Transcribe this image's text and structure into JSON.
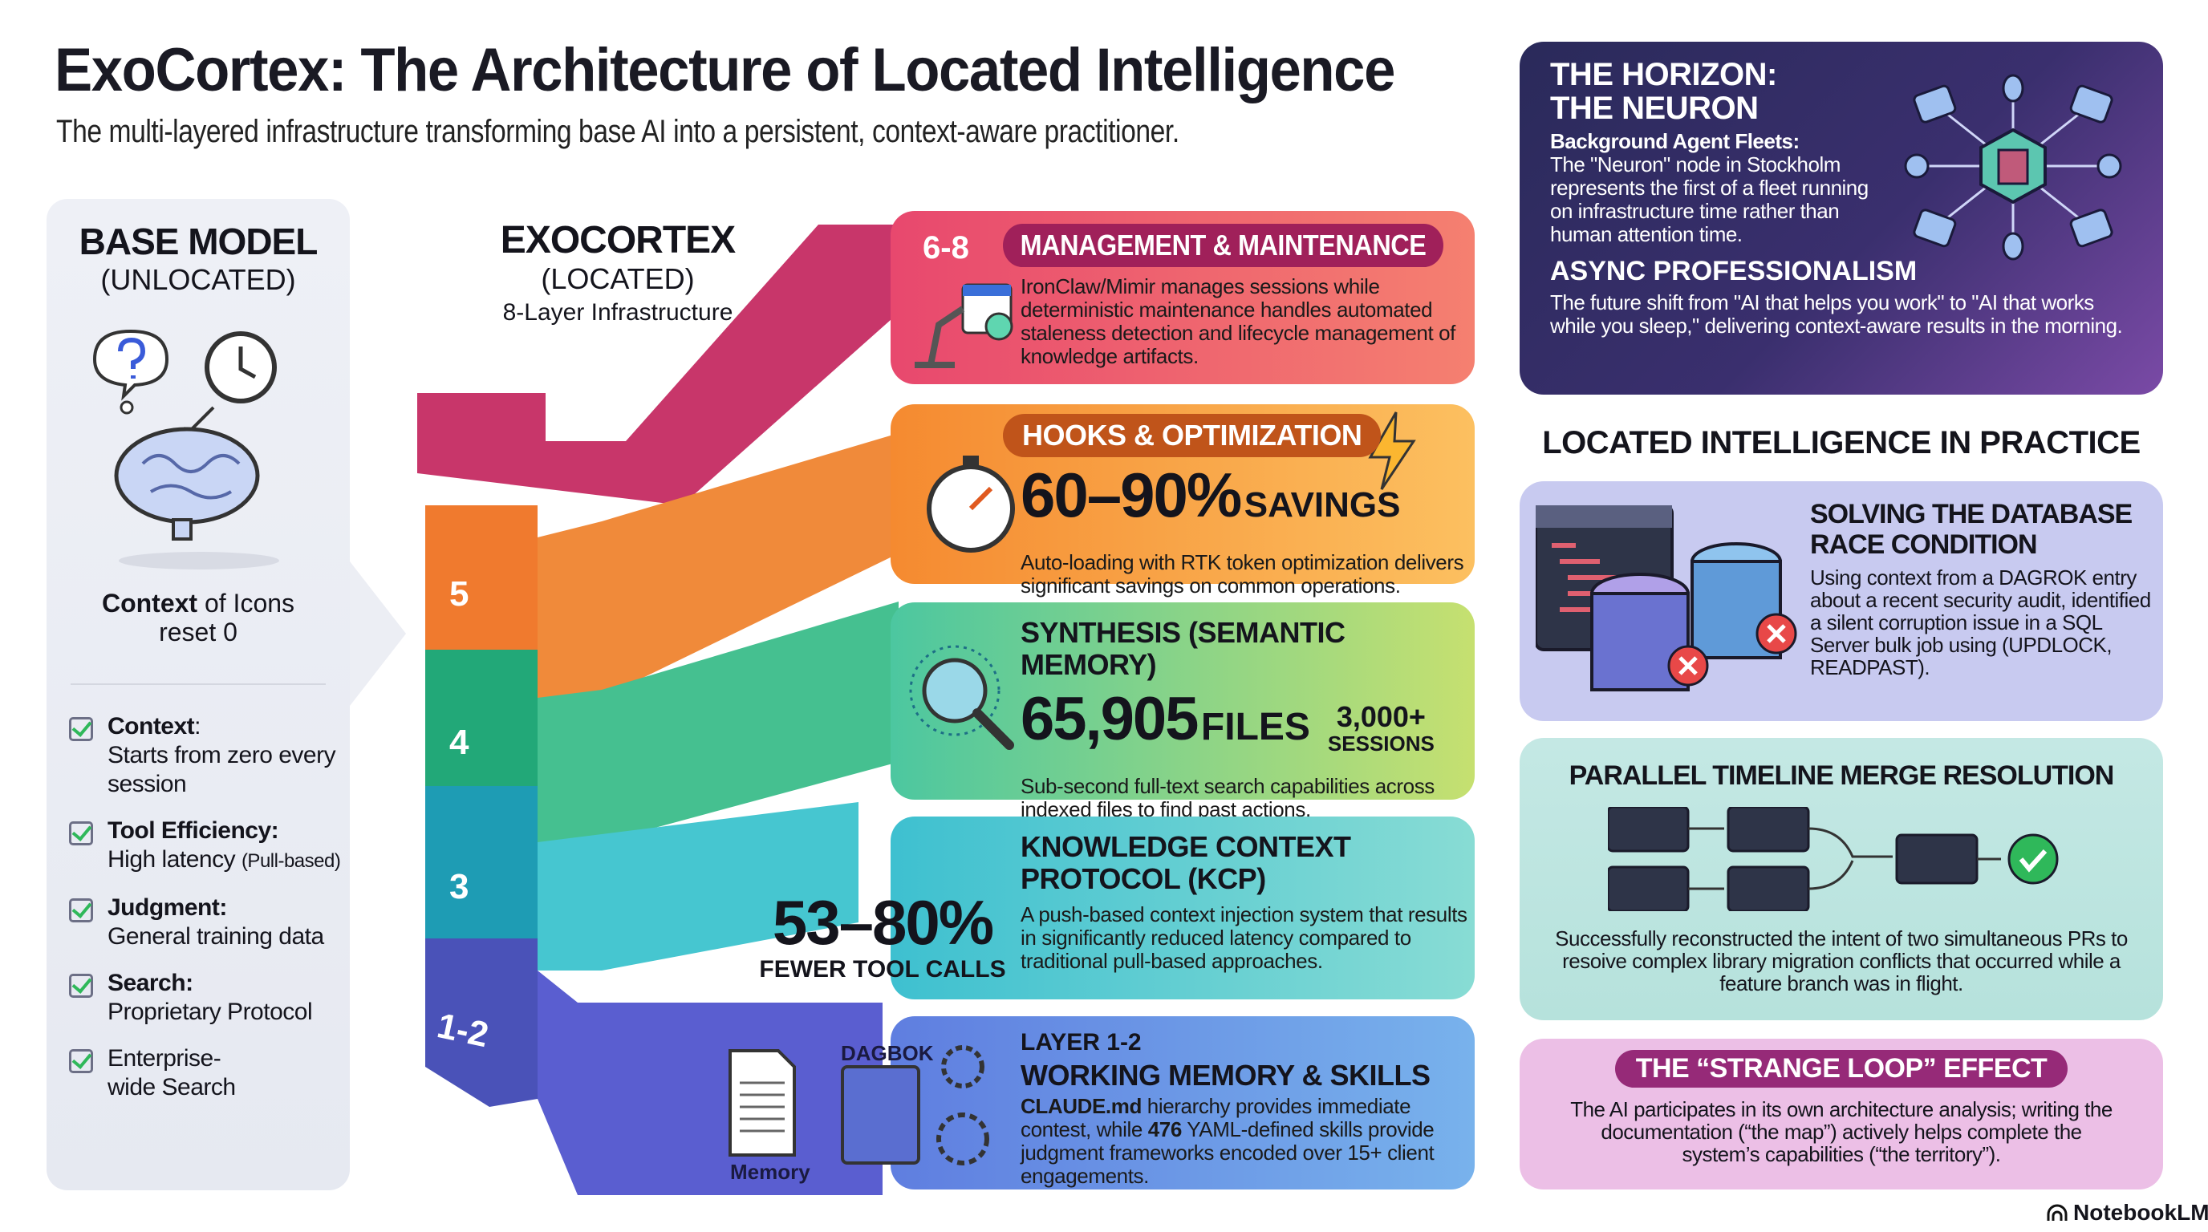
{
  "header": {
    "title": "ExoCortex: The Architecture of Located Intelligence",
    "subtitle": "The multi-layered infrastructure transforming base AI into a persistent, context-aware practitioner."
  },
  "base_model": {
    "title": "BASE MODEL",
    "subtitle": "(UNLOCATED)",
    "context_label_bold": "Context",
    "context_label_rest": " of Icons",
    "context_reset": "reset 0",
    "items": [
      {
        "label": "Context",
        "suffix": ":",
        "desc": "Starts from zero every session",
        "desc_small": ""
      },
      {
        "label": "Tool Efficiency:",
        "suffix": "",
        "desc": "High latency ",
        "desc_small": "(Pull-based)"
      },
      {
        "label": "Judgment:",
        "suffix": "",
        "desc": "General training data",
        "desc_small": ""
      },
      {
        "label": "Search:",
        "suffix": "",
        "desc": "Proprietary Protocol",
        "desc_small": ""
      },
      {
        "label": "",
        "suffix": "",
        "desc": "Enterprise-wide Search",
        "desc_small": ""
      }
    ]
  },
  "exocortex": {
    "title": "EXOCORTEX",
    "subtitle": "(LOCATED)",
    "caption": "8-Layer Infrastructure",
    "step_labels": [
      "5",
      "4",
      "3",
      "1-2"
    ]
  },
  "layers": {
    "management": {
      "layer": "6-8",
      "title": "MANAGEMENT & MAINTENANCE",
      "body": "IronClaw/Mimir manages sessions while deterministic maintenance handles automated staleness detection and lifecycle management of knowledge artifacts."
    },
    "hooks": {
      "title": "HOOKS & OPTIMIZATION",
      "stat": "60–90%",
      "stat_unit": "SAVINGS",
      "body": "Auto-loading with RTK token optimization delivers significant savings on common operations."
    },
    "synthesis": {
      "title": "SYNTHESIS (SEMANTIC MEMORY)",
      "stat": "65,905",
      "stat_unit": "FILES",
      "stat2": "3,000+",
      "stat2_unit": "SESSIONS",
      "body": "Sub-second full-text search capabilities across indexed files to find past actions."
    },
    "kcp": {
      "stat": "53–80%",
      "stat_unit": "FEWER TOOL CALLS",
      "title": "KNOWLEDGE CONTEXT PROTOCOL (KCP)",
      "body": "A push-based context injection system that results in significantly reduced latency compared to traditional pull-based approaches."
    },
    "working": {
      "icon_label_memory": "Memory",
      "icon_label_dagbok": "DAGBOK",
      "layer": "LAYER 1-2",
      "title": "WORKING MEMORY & SKILLS",
      "body_bold1": "CLAUDE.md",
      "body1": " hierarchy provides immediate contest, while ",
      "body_bold2": "476",
      "body2": " YAML-defined skills provide judgment frameworks encoded over 15+ client engagements."
    }
  },
  "horizon": {
    "title_line1": "THE HORIZON:",
    "title_line2": "THE NEURON",
    "subhead": "Background Agent Fleets:",
    "body": "The \"Neuron\" node in Stockholm represents the first of a fleet running on infrastructure time rather than human attention time.",
    "async_title": "ASYNC PROFESSIONALISM",
    "async_body": "The future shift from \"AI that helps you work\" to \"AI that works while you sleep,\" delivering context-aware results in the morning."
  },
  "practice": {
    "heading": "LOCATED INTELLIGENCE IN PRACTICE",
    "db": {
      "title": "SOLVING THE DATABASE RACE CONDITION",
      "body": "Using context from a DAGROK entry about a recent security audit, identified a silent corruption issue in a SQL Server bulk job using (UPDLOCK, READPAST)."
    },
    "merge": {
      "title": "PARALLEL TIMELINE MERGE RESOLUTION",
      "body": "Successfully reconstructed the intent of two simultaneous PRs to resoive complex library migration conflicts that occurred while a feature branch was in flight."
    },
    "loop": {
      "title": "THE “STRANGE LOOP” EFFECT",
      "body": "The AI participates in its own architecture analysis; writing the documentation (“the map”) actively helps complete the system’s capabilities (“the territory”)."
    }
  },
  "footer": {
    "brand": "NotebookLM"
  },
  "colors": {
    "management": "#f0606e",
    "hooks": "#f9a040",
    "synthesis": "#9bd45a",
    "kcp": "#6fd8d0",
    "working": "#6fa8ea",
    "horizon_bg": "#2c2a5c",
    "check": "#2fb85a"
  }
}
